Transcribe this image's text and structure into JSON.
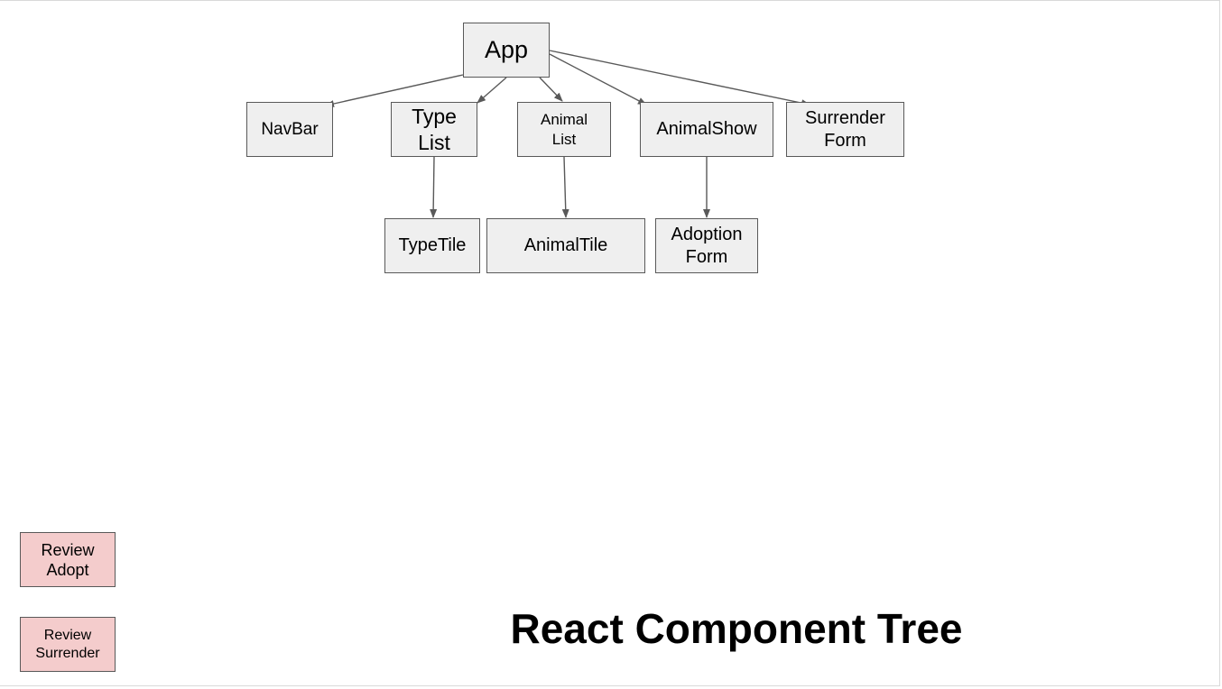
{
  "diagram": {
    "title": "React Component Tree",
    "colors": {
      "node_fill": "#efefef",
      "node_border": "#595959",
      "review_fill": "#f4cccc",
      "edge": "#595959"
    },
    "nodes": {
      "app": "App",
      "navbar": "NavBar",
      "type_list": "Type\nList",
      "animal_list": "Animal\nList",
      "animal_show": "AnimalShow",
      "surrender_form": "Surrender\nForm",
      "type_tile": "TypeTile",
      "animal_tile": "AnimalTile",
      "adoption_form": "Adoption\nForm",
      "review_adopt": "Review\nAdopt",
      "review_surrender": "Review\nSurrender"
    },
    "edges": [
      {
        "from": "App",
        "to": "NavBar"
      },
      {
        "from": "App",
        "to": "Type List"
      },
      {
        "from": "App",
        "to": "Animal List"
      },
      {
        "from": "App",
        "to": "AnimalShow"
      },
      {
        "from": "App",
        "to": "Surrender Form"
      },
      {
        "from": "Type List",
        "to": "TypeTile"
      },
      {
        "from": "Animal List",
        "to": "AnimalTile"
      },
      {
        "from": "AnimalShow",
        "to": "Adoption Form"
      }
    ]
  }
}
